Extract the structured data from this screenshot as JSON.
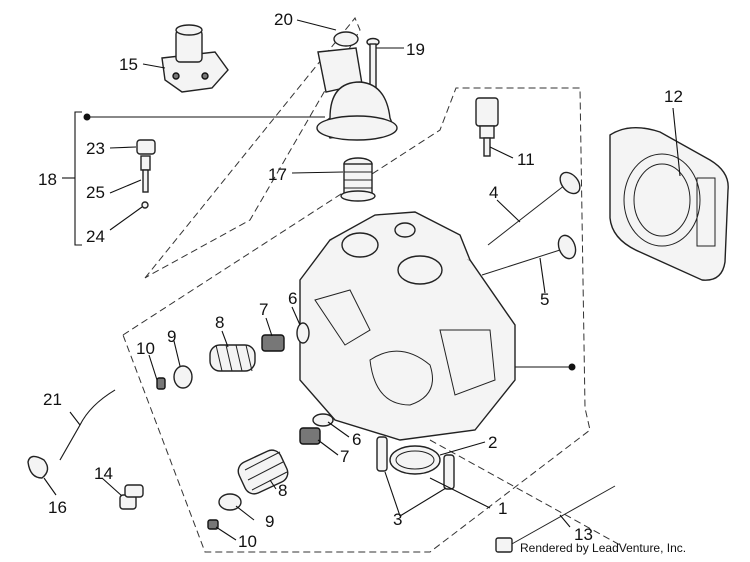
{
  "labels": [
    "1",
    "2",
    "3",
    "4",
    "5",
    "6",
    "6",
    "7",
    "7",
    "8",
    "8",
    "9",
    "9",
    "10",
    "10",
    "11",
    "12",
    "13",
    "14",
    "15",
    "16",
    "17",
    "18",
    "19",
    "20",
    "21",
    "23",
    "24",
    "25"
  ],
  "credit": "Rendered by LeadVenture, Inc."
}
